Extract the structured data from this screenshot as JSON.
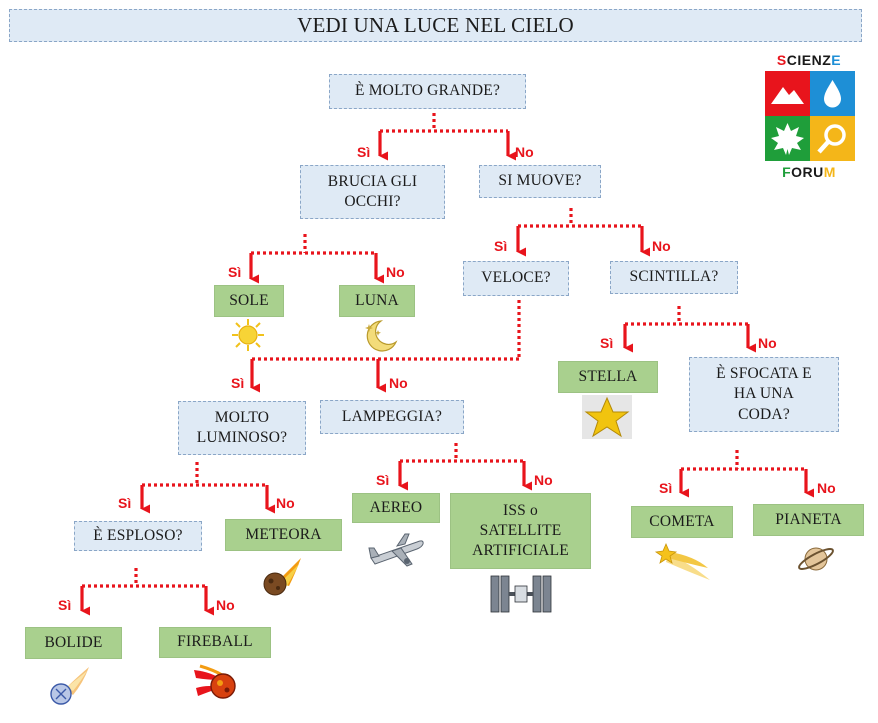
{
  "title": "VEDI UNA LUCE NEL CIELO",
  "logo": {
    "top_word": "SCIENZE",
    "bottom_word": "FORUM"
  },
  "labels": {
    "yes": "Sì",
    "no": "No"
  },
  "nodes": {
    "q_grande": "È MOLTO GRANDE?",
    "q_brucia": "BRUCIA GLI OCCHI?",
    "q_muove": "SI MUOVE?",
    "a_sole": "SOLE",
    "a_luna": "LUNA",
    "q_veloce": "VELOCE?",
    "q_scintilla": "SCINTILLA?",
    "a_stella": "STELLA",
    "q_sfocata": "È SFOCATA E HA UNA CODA?",
    "q_luminoso": "MOLTO LUMINOSO?",
    "q_lampeggia": "LAMPEGGIA?",
    "a_aereo": "AEREO",
    "a_iss": "ISS o SATELLITE ARTIFICIALE",
    "q_esploso": "È ESPLOSO?",
    "a_meteora": "METEORA",
    "a_cometa": "COMETA",
    "a_pianeta": "PIANETA",
    "a_bolide": "BOLIDE",
    "a_fireball": "FIREBALL"
  },
  "colors": {
    "connector": "#e8141c",
    "question_fill": "#dfeaf5",
    "answer_fill": "#a9d08e"
  }
}
